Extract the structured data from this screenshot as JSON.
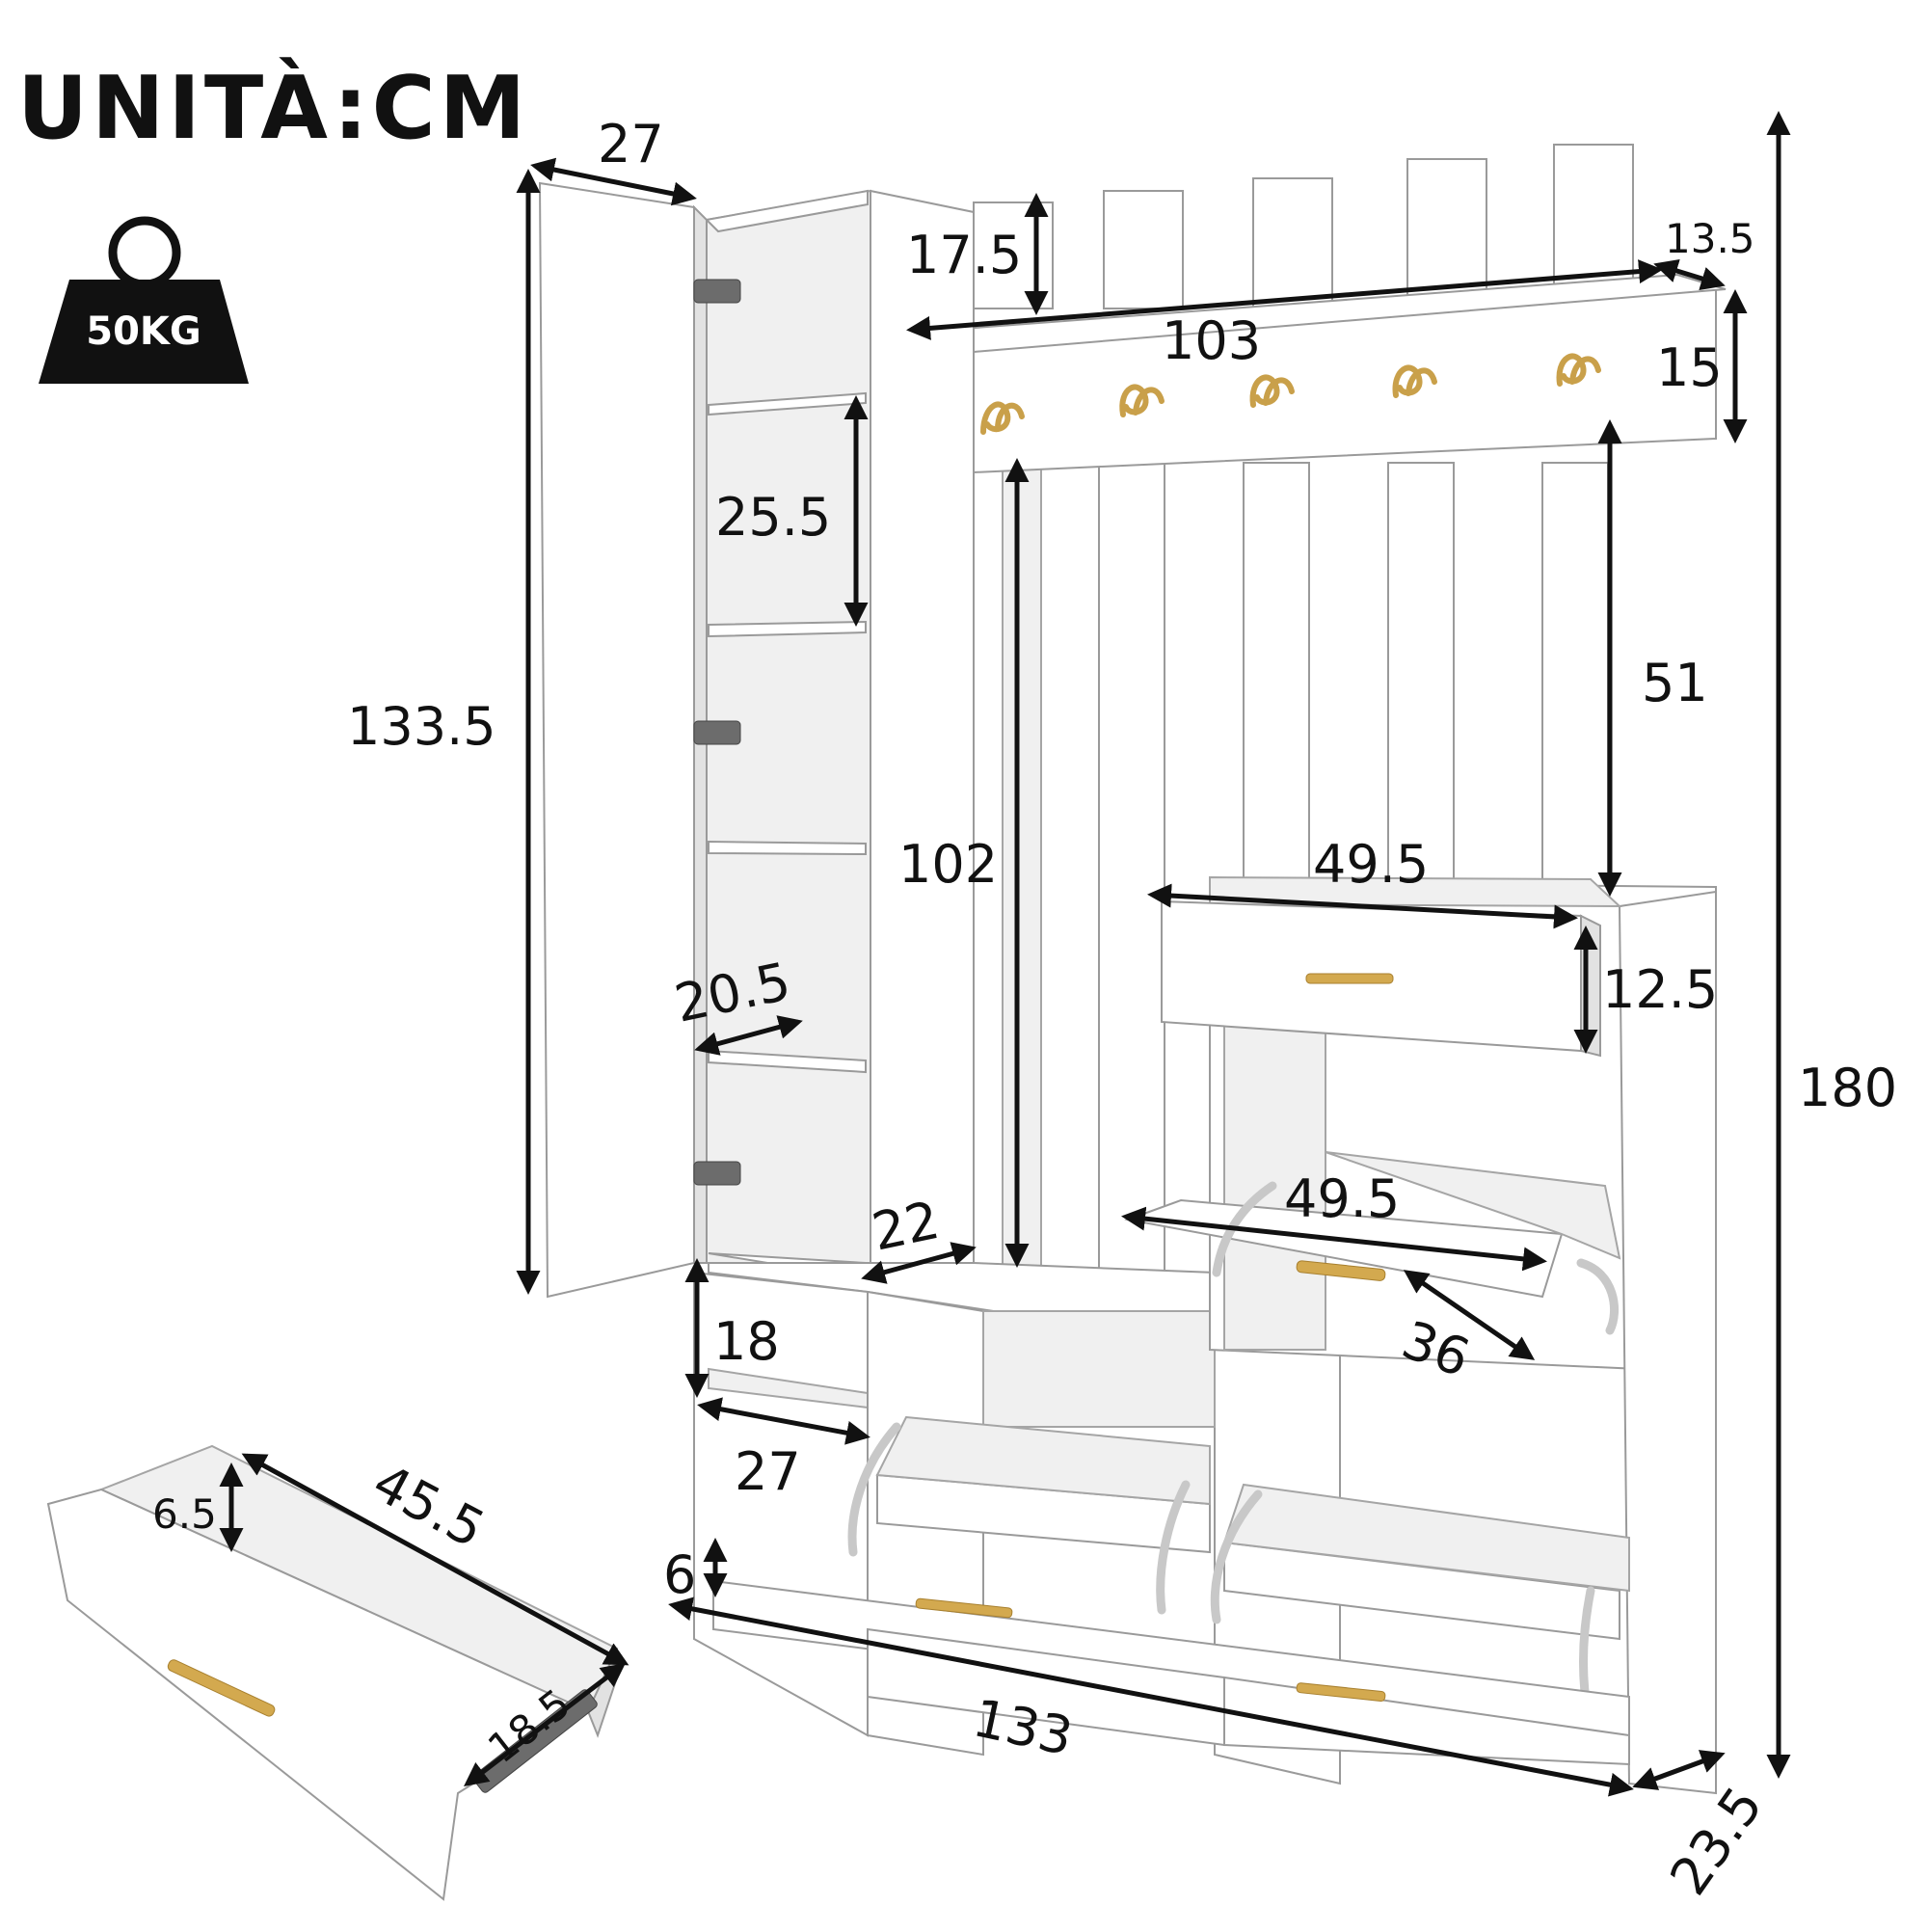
{
  "header": {
    "title": "UNITÀ:CM"
  },
  "weight": {
    "label": "50KG"
  },
  "dimensions": {
    "door_width": "27",
    "cabinet_height": "133.5",
    "top_gap": "17.5",
    "shelf_width": "103",
    "shelf_depth": "13.5",
    "shelf_height": "15",
    "compartment_height": "25.5",
    "hanger_height": "51",
    "panel_height": "102",
    "drawer_width": "49.5",
    "drawer_height": "12.5",
    "total_height": "180",
    "inner_depth": "20.5",
    "bench_depth": "22",
    "shoe_width": "49.5",
    "shoe_depth": "36",
    "open_height": "18",
    "open_depth": "27",
    "base_height": "6",
    "total_width": "133",
    "total_depth": "23.5",
    "detail_drawer_length": "45.5",
    "detail_drawer_height": "6.5",
    "detail_drawer_depth": "18.5"
  }
}
